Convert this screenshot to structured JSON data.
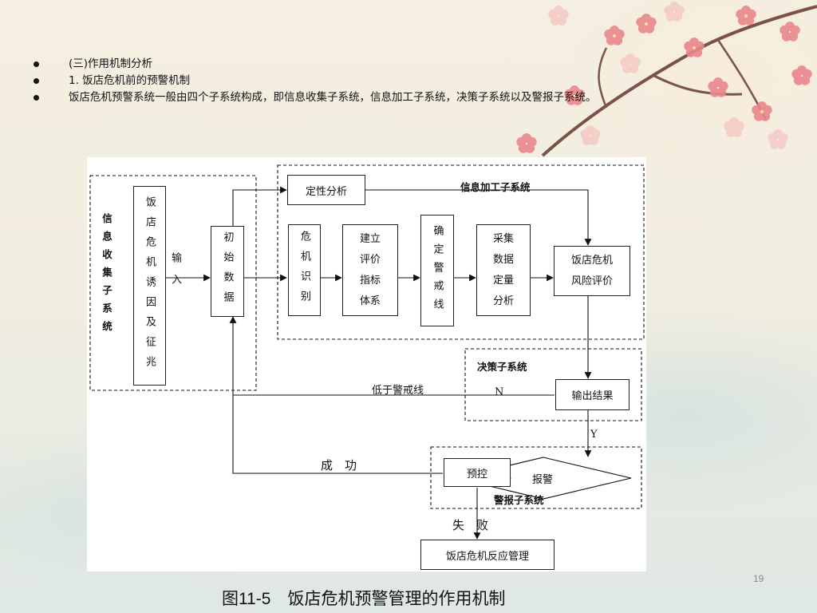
{
  "bullets": [
    "(三)作用机制分析",
    "1. 饭店危机前的预警机制",
    "饭店危机预警系统一般由四个子系统构成，即信息收集子系统，信息加工子系统，决策子系统以及警报子系统。"
  ],
  "diagram": {
    "subsystems": {
      "collect": "信息收集子系统",
      "process": "信息加工子系统",
      "decision": "决策子系统",
      "alarm": "警报子系统"
    },
    "boxes": {
      "inducement": "饭店危机诱因及征兆",
      "initial_data": "初始数据",
      "qualitative": "定性分析",
      "identify": "危机识别",
      "index_l1": "建立",
      "index_l2": "评价",
      "index_l3": "指标",
      "index_l4": "体系",
      "warnline": "确定警戒线",
      "collect_l1": "采集",
      "collect_l2": "数据",
      "collect_l3": "定量",
      "collect_l4": "分析",
      "risk_l1": "饭店危机",
      "risk_l2": "风险评价",
      "output": "输出结果",
      "alarm": "报警",
      "precontrol": "预控",
      "response": "饭店危机反应管理"
    },
    "labels": {
      "input": "输入",
      "below_line": "低于警戒线",
      "no": "N",
      "yes": "Y",
      "success": "成　功",
      "failure": "失　败"
    }
  },
  "caption": {
    "figure": "图11-5",
    "title": "饭店危机预警管理的作用机制"
  },
  "page_number": "19",
  "colors": {
    "blossom_pink": "#e9878c",
    "blossom_light": "#f4c9c6",
    "branch": "#7a5248"
  }
}
